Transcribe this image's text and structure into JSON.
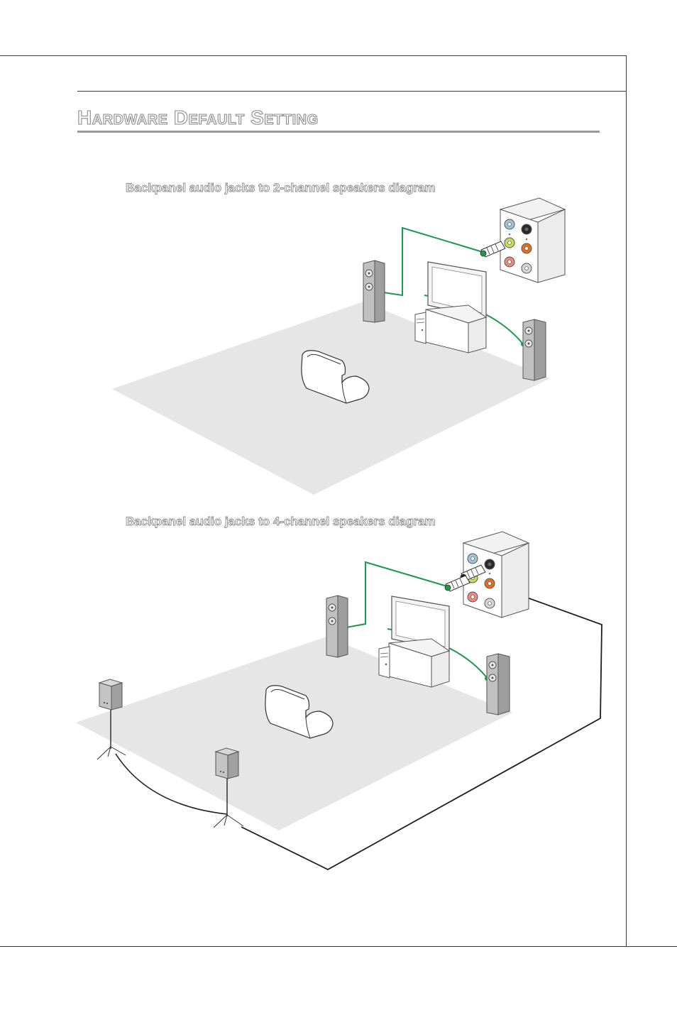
{
  "page": {
    "section_title": "Hardware Default Setting"
  },
  "diagrams": [
    {
      "caption": "Backpanel audio jacks to 2-channel speakers diagram"
    },
    {
      "caption": "Backpanel audio jacks to 4-channel speakers diagram"
    }
  ],
  "colors": {
    "floor": "#e6e6e6",
    "speaker": "#a9a9a9",
    "cable_front": "#1a9a4a",
    "cable_rear": "#1f1f1f",
    "jack_blue": "#9ec4d8",
    "jack_black": "#2b2b2b",
    "jack_green": "#c8dd5a",
    "jack_orange": "#e0701f",
    "jack_pink": "#e98a82",
    "jack_gray": "#d6d6d6"
  }
}
